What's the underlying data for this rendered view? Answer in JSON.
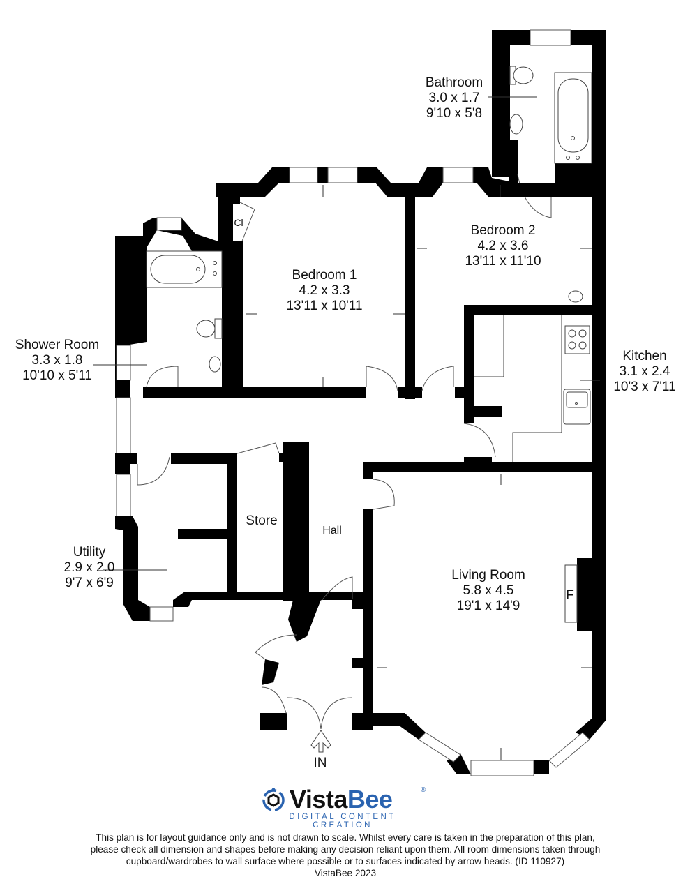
{
  "rooms": [
    {
      "id": "bathroom",
      "name": "Bathroom",
      "metric": "3.0 x 1.7",
      "imperial": "9'10 x 5'8"
    },
    {
      "id": "bedroom2",
      "name": "Bedroom 2",
      "metric": "4.2 x 3.6",
      "imperial": "13'11 x 11'10"
    },
    {
      "id": "bedroom1",
      "name": "Bedroom 1",
      "metric": "4.2 x 3.3",
      "imperial": "13'11 x 10'11"
    },
    {
      "id": "shower",
      "name": "Shower Room",
      "metric": "3.3 x 1.8",
      "imperial": "10'10 x 5'11"
    },
    {
      "id": "kitchen",
      "name": "Kitchen",
      "metric": "3.1 x 2.4",
      "imperial": "10'3 x 7'11"
    },
    {
      "id": "utility",
      "name": "Utility",
      "metric": "2.9 x 2.0",
      "imperial": "9'7 x 6'9"
    },
    {
      "id": "living",
      "name": "Living Room",
      "metric": "5.8 x 4.5",
      "imperial": "19'1 x 14'9"
    }
  ],
  "labels": {
    "store": "Store",
    "hall": "Hall",
    "cupboard": "Cl",
    "fireplace": "F",
    "entrance": "IN"
  },
  "logo": {
    "brand_part1": "Vista",
    "brand_part2": "Bee",
    "registered": "®",
    "tagline": "DIGITAL CONTENT CREATION",
    "accent_color": "#2a63b0"
  },
  "disclaimer": {
    "line1": "This plan is for layout guidance only and is not drawn to scale. Whilst every care is taken in the preparation of this plan,",
    "line2": "please check all dimension and shapes before making any decision reliant upon them. All room dimensions taken through",
    "line3": "cupboard/wardrobes to wall surface where possible or to surfaces indicated by arrow heads. (ID 110927)",
    "line4": "VistaBee 2023"
  }
}
